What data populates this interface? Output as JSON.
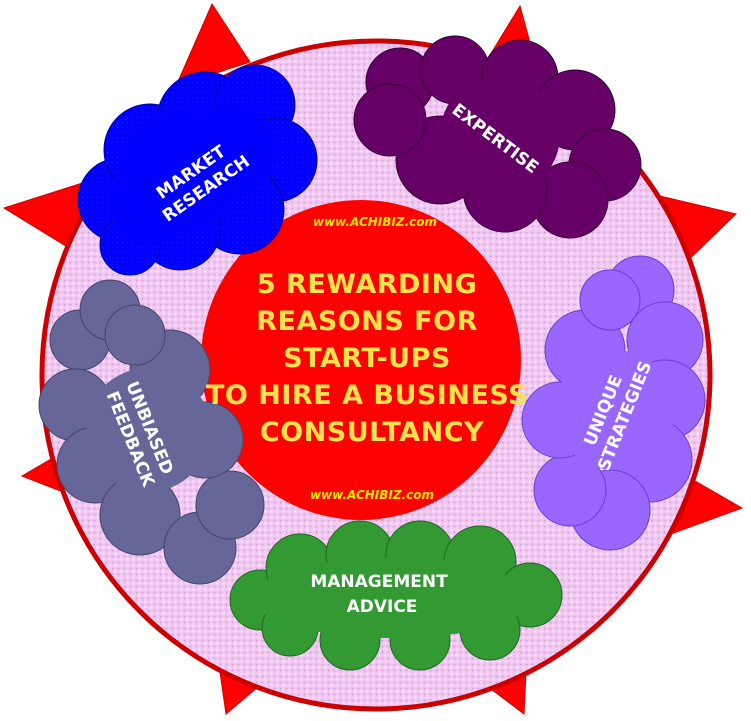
{
  "center": {
    "title_lines": [
      "5 REWARDING",
      "REASONS FOR",
      "START-UPS",
      "TO HIRE A BUSINESS",
      "CONSULTANCY"
    ],
    "url_top": "www.ACHIBIZ.com",
    "url_bottom": "www.ACHIBIZ.com"
  },
  "clouds": {
    "market_research": [
      "MARKET",
      "RESEARCH"
    ],
    "expertise": [
      "EXPERTISE"
    ],
    "unique_strategies": [
      "UNIQUE",
      "STRATEGIES"
    ],
    "management_advice": [
      "MANAGEMENT",
      "ADVICE"
    ],
    "unbiased_feedback": [
      "UNBIASED",
      "FEEDBACK"
    ]
  },
  "colors": {
    "spikes": "#ff0000",
    "outer_ring": "#e8b8e8",
    "center_circle": "#ff0000",
    "market_research": "#0000ff",
    "expertise": "#660066",
    "unique_strategies": "#9966ff",
    "management_advice": "#339933",
    "unbiased_feedback": "#666699"
  }
}
